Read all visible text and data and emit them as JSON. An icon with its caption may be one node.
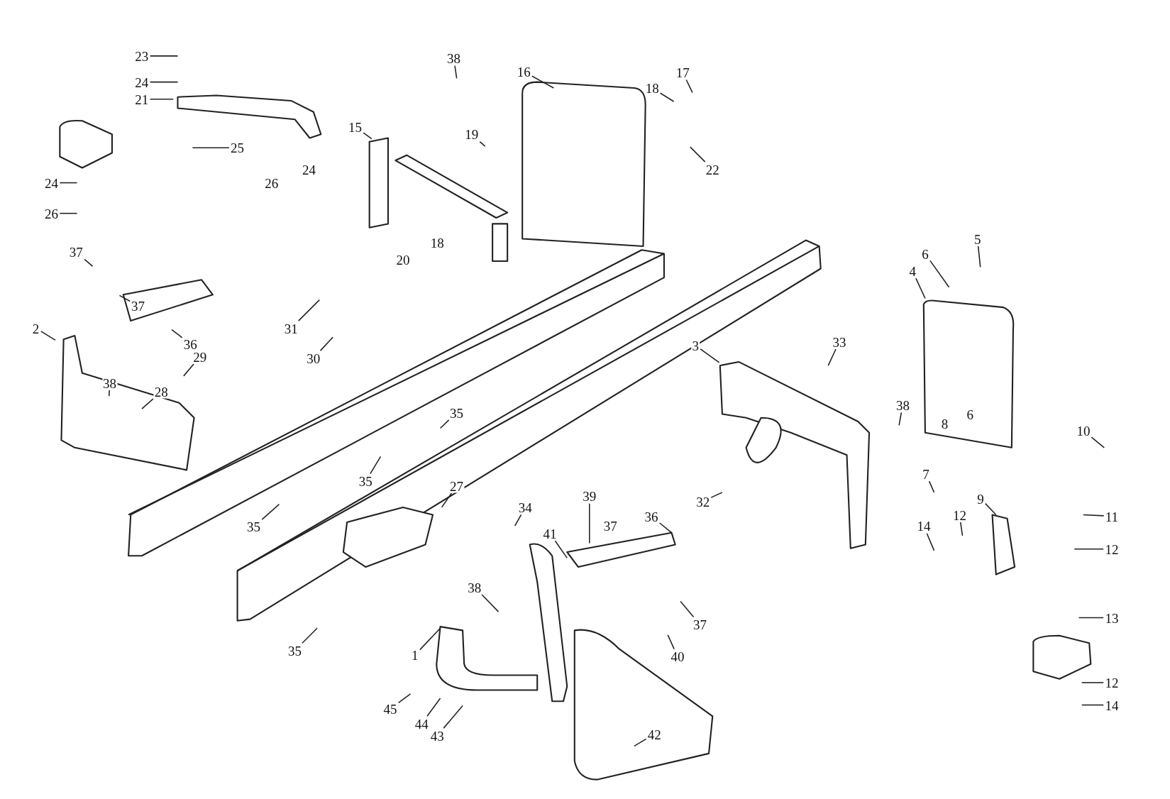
{
  "diagram": {
    "nodes": [
      {
        "text": [
          "23"
        ]
      },
      {
        "text": [
          "24"
        ]
      },
      {
        "text": [
          "21"
        ]
      },
      {
        "text": [
          "25"
        ]
      },
      {
        "text": [
          "24"
        ]
      },
      {
        "text": [
          "26"
        ]
      },
      {
        "text": [
          "26"
        ]
      },
      {
        "text": [
          "24"
        ]
      },
      {
        "text": [
          "38"
        ]
      },
      {
        "text": [
          "16"
        ]
      },
      {
        "text": [
          "17"
        ]
      },
      {
        "text": [
          "18"
        ]
      },
      {
        "text": [
          "15"
        ]
      },
      {
        "text": [
          "19"
        ]
      },
      {
        "text": [
          "22"
        ]
      },
      {
        "text": [
          "18"
        ]
      },
      {
        "text": [
          "20"
        ]
      },
      {
        "text": [
          "37"
        ]
      },
      {
        "text": [
          "37"
        ]
      },
      {
        "text": [
          "36"
        ]
      },
      {
        "text": [
          "2"
        ]
      },
      {
        "text": [
          "31"
        ]
      },
      {
        "text": [
          "30"
        ]
      },
      {
        "text": [
          "38"
        ]
      },
      {
        "text": [
          "29"
        ]
      },
      {
        "text": [
          "28"
        ]
      },
      {
        "text": [
          "35"
        ]
      },
      {
        "text": [
          "35"
        ]
      },
      {
        "text": [
          "35"
        ]
      },
      {
        "text": [
          "3"
        ]
      },
      {
        "text": [
          "33"
        ]
      },
      {
        "text": [
          "4"
        ]
      },
      {
        "text": [
          "6"
        ]
      },
      {
        "text": [
          "5"
        ]
      },
      {
        "text": [
          "38"
        ]
      },
      {
        "text": [
          "8"
        ]
      },
      {
        "text": [
          "6"
        ]
      },
      {
        "text": [
          "10"
        ]
      },
      {
        "text": [
          "32"
        ]
      },
      {
        "text": [
          "7"
        ]
      },
      {
        "text": [
          "9"
        ]
      },
      {
        "text": [
          "11"
        ]
      },
      {
        "text": [
          "12"
        ]
      },
      {
        "text": [
          "14"
        ]
      },
      {
        "text": [
          "12"
        ]
      },
      {
        "text": [
          "13"
        ]
      },
      {
        "text": [
          "12"
        ]
      },
      {
        "text": [
          "14"
        ]
      },
      {
        "text": [
          "27"
        ]
      },
      {
        "text": [
          "34"
        ]
      },
      {
        "text": [
          "39"
        ]
      },
      {
        "text": [
          "41"
        ]
      },
      {
        "text": [
          "37"
        ]
      },
      {
        "text": [
          "36"
        ]
      },
      {
        "text": [
          "38"
        ]
      },
      {
        "text": [
          "37"
        ]
      },
      {
        "text": [
          "40"
        ]
      },
      {
        "text": [
          "35"
        ]
      },
      {
        "text": [
          "1"
        ]
      },
      {
        "text": [
          "42"
        ]
      },
      {
        "text": [
          "45"
        ]
      },
      {
        "text": [
          "44"
        ]
      },
      {
        "text": [
          "43"
        ]
      }
    ],
    "edges": [
      {
        "from": 0,
        "to": null,
        "arrow": "none"
      },
      {
        "from": 1,
        "to": null,
        "arrow": "none"
      },
      {
        "from": 2,
        "to": null,
        "arrow": "none"
      },
      {
        "from": 3,
        "to": null,
        "arrow": "none"
      },
      {
        "from": 4,
        "to": null,
        "arrow": "none"
      },
      {
        "from": 5,
        "to": null,
        "arrow": "none"
      },
      {
        "from": 8,
        "to": null,
        "arrow": "none"
      },
      {
        "from": 9,
        "to": null,
        "arrow": "none"
      },
      {
        "from": 10,
        "to": null,
        "arrow": "none"
      },
      {
        "from": 11,
        "to": null,
        "arrow": "none"
      },
      {
        "from": 12,
        "to": null,
        "arrow": "none"
      },
      {
        "from": 13,
        "to": null,
        "arrow": "none"
      },
      {
        "from": 14,
        "to": null,
        "arrow": "none"
      },
      {
        "from": 17,
        "to": null,
        "arrow": "none"
      },
      {
        "from": 18,
        "to": null,
        "arrow": "none"
      },
      {
        "from": 19,
        "to": null,
        "arrow": "none"
      },
      {
        "from": 20,
        "to": null,
        "arrow": "none"
      },
      {
        "from": 21,
        "to": null,
        "arrow": "none"
      },
      {
        "from": 22,
        "to": null,
        "arrow": "none"
      },
      {
        "from": 23,
        "to": null,
        "arrow": "none"
      },
      {
        "from": 24,
        "to": null,
        "arrow": "none"
      },
      {
        "from": 25,
        "to": null,
        "arrow": "none"
      },
      {
        "from": 26,
        "to": null,
        "arrow": "none"
      },
      {
        "from": 27,
        "to": null,
        "arrow": "none"
      },
      {
        "from": 28,
        "to": null,
        "arrow": "none"
      },
      {
        "from": 29,
        "to": null,
        "arrow": "none"
      },
      {
        "from": 30,
        "to": null,
        "arrow": "none"
      },
      {
        "from": 31,
        "to": null,
        "arrow": "none"
      },
      {
        "from": 32,
        "to": null,
        "arrow": "none"
      },
      {
        "from": 33,
        "to": null,
        "arrow": "none"
      },
      {
        "from": 34,
        "to": null,
        "arrow": "none"
      },
      {
        "from": 37,
        "to": null,
        "arrow": "none"
      },
      {
        "from": 38,
        "to": null,
        "arrow": "none"
      },
      {
        "from": 39,
        "to": null,
        "arrow": "none"
      },
      {
        "from": 40,
        "to": null,
        "arrow": "none"
      },
      {
        "from": 41,
        "to": null,
        "arrow": "none"
      },
      {
        "from": 42,
        "to": null,
        "arrow": "none"
      },
      {
        "from": 43,
        "to": null,
        "arrow": "none"
      },
      {
        "from": 44,
        "to": null,
        "arrow": "none"
      },
      {
        "from": 45,
        "to": null,
        "arrow": "none"
      },
      {
        "from": 46,
        "to": null,
        "arrow": "none"
      },
      {
        "from": 47,
        "to": null,
        "arrow": "none"
      },
      {
        "from": 48,
        "to": null,
        "arrow": "none"
      },
      {
        "from": 49,
        "to": null,
        "arrow": "none"
      },
      {
        "from": 50,
        "to": null,
        "arrow": "none"
      },
      {
        "from": 51,
        "to": null,
        "arrow": "none"
      },
      {
        "from": 53,
        "to": null,
        "arrow": "none"
      },
      {
        "from": 54,
        "to": null,
        "arrow": "none"
      },
      {
        "from": 55,
        "to": null,
        "arrow": "none"
      },
      {
        "from": 56,
        "to": null,
        "arrow": "none"
      },
      {
        "from": 57,
        "to": null,
        "arrow": "none"
      },
      {
        "from": 58,
        "to": null,
        "arrow": "none"
      },
      {
        "from": 59,
        "to": null,
        "arrow": "none"
      },
      {
        "from": 60,
        "to": null,
        "arrow": "none"
      },
      {
        "from": 61,
        "to": null,
        "arrow": "none"
      },
      {
        "from": 62,
        "to": null,
        "arrow": "none"
      }
    ]
  }
}
